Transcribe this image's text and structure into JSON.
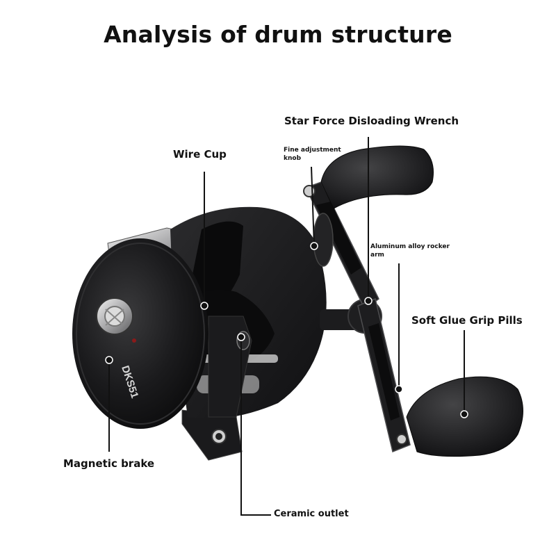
{
  "title": "Analysis of drum structure",
  "brand_text": "DKS51",
  "labels": {
    "star_force": "Star Force Disloading Wrench",
    "wire_cup": "Wire Cup",
    "fine_adjustment_knob": "Fine adjustment knob",
    "aluminum_rocker_arm": "Aluminum alloy rocker arm",
    "soft_glue_grip": "Soft Glue Grip Pills",
    "magnetic_brake": "Magnetic brake",
    "ceramic_outlet": "Ceramic outlet"
  }
}
